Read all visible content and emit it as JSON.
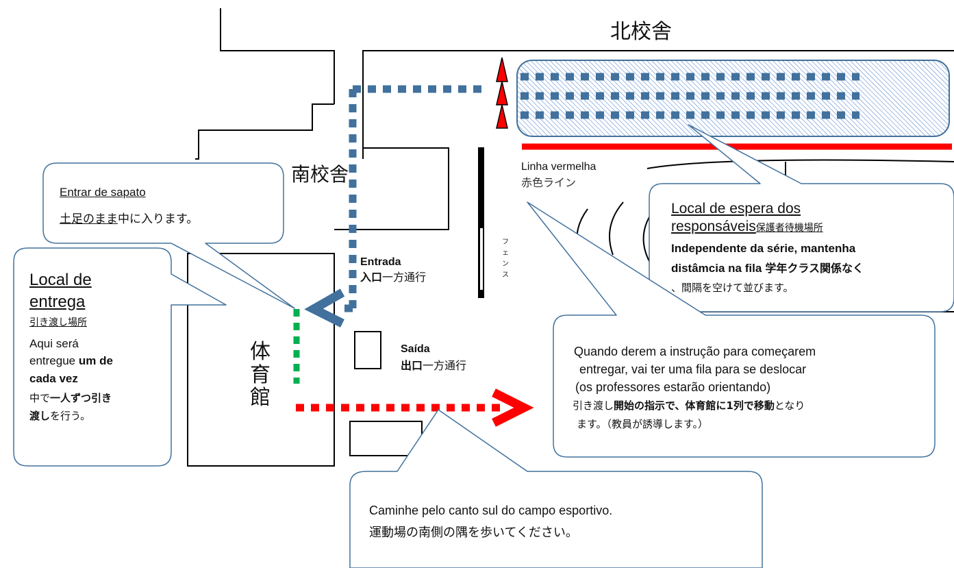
{
  "buildings": {
    "north": "北校舎",
    "south": "南校舎",
    "gym": "体育館",
    "fence": "フェンス"
  },
  "labels": {
    "entrance_pt": "Entrada",
    "entrance_jp_bold": "入口",
    "entrance_jp_rest": "一方通行",
    "exit_pt": "Saída",
    "exit_jp_bold": "出口",
    "exit_jp_rest": "一方通行",
    "red_line_pt": "Linha vermelha",
    "red_line_jp": "赤色ライン"
  },
  "callouts": {
    "shoes": {
      "title": "Entrar de sapato",
      "jp_under": "土足のまま",
      "jp_rest": "中に入ります。"
    },
    "handover": {
      "title_line1": "Local de",
      "title_line2": "entrega",
      "jp_place": "引き渡し場所",
      "line1": "Aqui será",
      "line2a": "entregue ",
      "line2b": "um de",
      "line3": "cada vez",
      "jp1a": "中で",
      "jp1b": "一人ずつ引き",
      "jp2a": "渡し",
      "jp2b": "を行う。"
    },
    "waiting": {
      "title_line1": "Local de espera dos",
      "title_line2": "responsáveis",
      "title_jp": "保護者待機場所",
      "bold_line1": "Independente da série, mantenha",
      "bold_line2": "distâmcia na fila",
      "jp_bold": "学年クラス関係なく",
      "jp_rest": "、間隔を空けて並びます。"
    },
    "instruction": {
      "line1": "Quando derem a instrução para começarem",
      "line2": "entregar, vai ter uma fila para se deslocar",
      "line3": "(os professores estarão orientando)",
      "jp1a": "引き渡し",
      "jp1b": "開始の指示で、体育館に1列で移動",
      "jp1c": "となり",
      "jp2": "ます。（教員が誘導します。）"
    },
    "walk": {
      "line1": "Caminhe pelo canto sul do campo esportivo.",
      "line2": "運動場の南側の隅を歩いてください。"
    }
  },
  "colors": {
    "blue_path": "#41719c",
    "green_path": "#00b050",
    "red_path": "#ff0000",
    "callout_border": "#41719c",
    "hatch": "#5b8bd0"
  }
}
